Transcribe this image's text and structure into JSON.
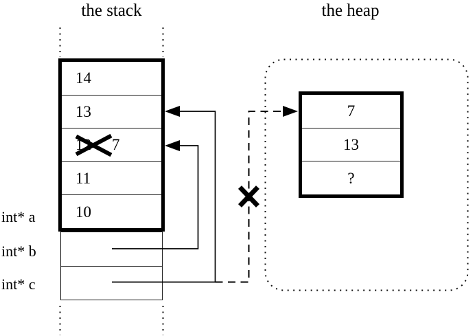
{
  "diagram": {
    "stack": {
      "title": "the stack",
      "cells": [
        {
          "value": "14"
        },
        {
          "value": "13"
        },
        {
          "value": "12",
          "crossed_out": true,
          "new_value": "7"
        },
        {
          "value": "11"
        },
        {
          "value": "10"
        }
      ],
      "variables": [
        {
          "name": "int* a"
        },
        {
          "name": "int* b"
        },
        {
          "name": "int* c"
        }
      ]
    },
    "heap": {
      "title": "the heap",
      "cells": [
        {
          "value": "7"
        },
        {
          "value": "13"
        },
        {
          "value": "?"
        }
      ]
    },
    "colors": {
      "line": "#000000",
      "background": "#ffffff"
    }
  }
}
